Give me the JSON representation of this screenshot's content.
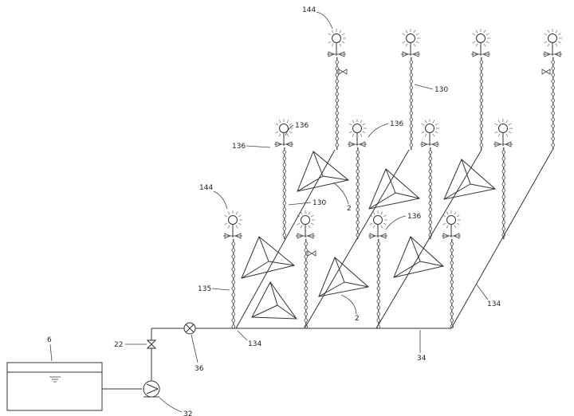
{
  "colors": {
    "line": "#333333",
    "label": "#222222",
    "background": "#ffffff"
  },
  "labels": {
    "l144a": "144",
    "l144b": "144",
    "l130a": "130",
    "l130b": "130",
    "l136a": "136",
    "l136b": "136",
    "l136c": "136",
    "l136d": "136",
    "l2a": "2",
    "l2b": "2",
    "l135": "135",
    "l134a": "134",
    "l134b": "134",
    "l6": "6",
    "l22": "22",
    "l36": "36",
    "l34": "34",
    "l32": "32"
  }
}
